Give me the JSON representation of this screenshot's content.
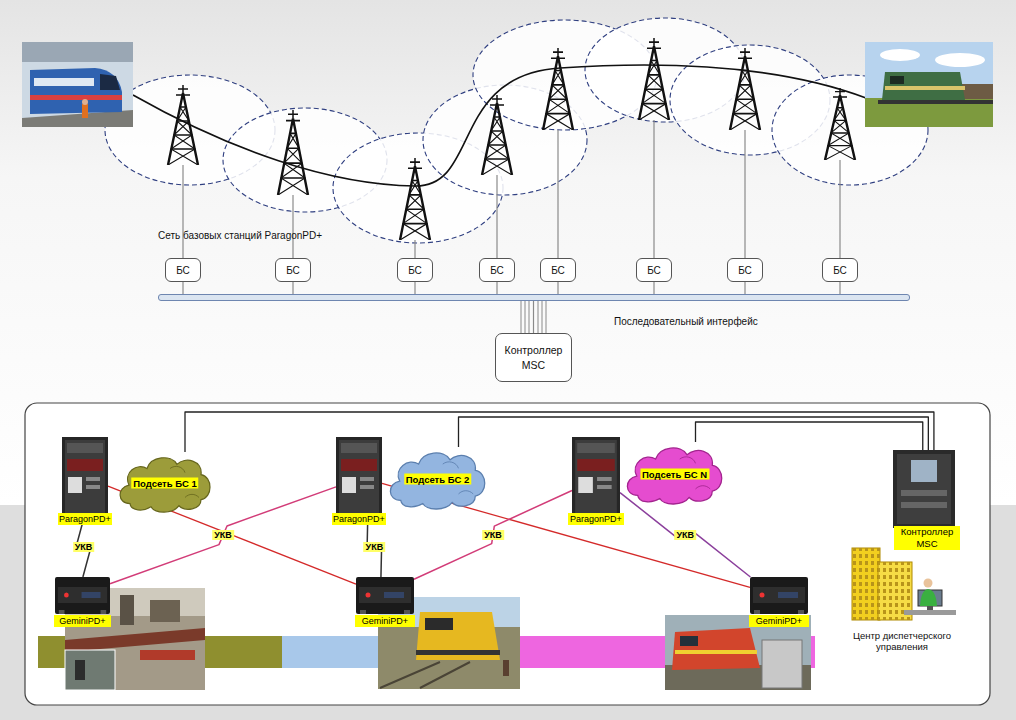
{
  "diagram": {
    "nodes": [
      {
        "text": [
          "БС"
        ]
      },
      {
        "text": [
          "БС"
        ]
      },
      {
        "text": [
          "БС"
        ]
      },
      {
        "text": [
          "БС"
        ]
      },
      {
        "text": [
          "БС"
        ]
      },
      {
        "text": [
          "БС"
        ]
      },
      {
        "text": [
          "БС"
        ]
      },
      {
        "text": [
          "БС"
        ]
      },
      {
        "text": [
          "Последовательный интерфейс"
        ]
      },
      {
        "text": [
          "Контроллер MSC"
        ]
      },
      {
        "text": [
          "ParagonPD+"
        ]
      },
      {
        "text": [
          "Подсеть БС 1"
        ]
      },
      {
        "text": [
          "ParagonPD+"
        ]
      },
      {
        "text": [
          "Подсеть БС 2"
        ]
      },
      {
        "text": [
          "ParagonPD+"
        ]
      },
      {
        "text": [
          "Подсеть БС N"
        ]
      },
      {
        "text": [
          "Контроллер MSC"
        ]
      },
      {
        "text": [
          "GeminiPD+"
        ]
      },
      {
        "text": [
          "GeminiPD+"
        ]
      },
      {
        "text": [
          "GeminiPD+"
        ]
      }
    ],
    "edges": [
      {
        "from": 0,
        "to": 8,
        "arrow": "none"
      },
      {
        "from": 1,
        "to": 8,
        "arrow": "none"
      },
      {
        "from": 2,
        "to": 8,
        "arrow": "none"
      },
      {
        "from": 3,
        "to": 8,
        "arrow": "none"
      },
      {
        "from": 4,
        "to": 8,
        "arrow": "none"
      },
      {
        "from": 5,
        "to": 8,
        "arrow": "none"
      },
      {
        "from": 6,
        "to": 8,
        "arrow": "none"
      },
      {
        "from": 7,
        "to": 8,
        "arrow": "none"
      },
      {
        "from": 8,
        "to": 9,
        "arrow": "none"
      },
      {
        "from": 11,
        "to": 16,
        "arrow": "none"
      },
      {
        "from": 13,
        "to": 16,
        "arrow": "none"
      },
      {
        "from": 15,
        "to": 16,
        "arrow": "none"
      },
      {
        "from": 10,
        "to": 17,
        "label": "УКВ",
        "arrow": "none"
      },
      {
        "from": 10,
        "to": 18,
        "arrow": "none"
      },
      {
        "from": 17,
        "to": 12,
        "label": "УКВ",
        "arrow": "none"
      },
      {
        "from": 12,
        "to": 18,
        "label": "УКВ",
        "arrow": "none"
      },
      {
        "from": 12,
        "to": 19,
        "arrow": "none"
      },
      {
        "from": 18,
        "to": 14,
        "label": "УКВ",
        "arrow": "none"
      },
      {
        "from": 14,
        "to": 19,
        "label": "УКВ",
        "arrow": "none"
      }
    ],
    "labels": [
      "Сеть базовых станций ParagonPD+",
      "Центр диспетчерского управления"
    ]
  }
}
